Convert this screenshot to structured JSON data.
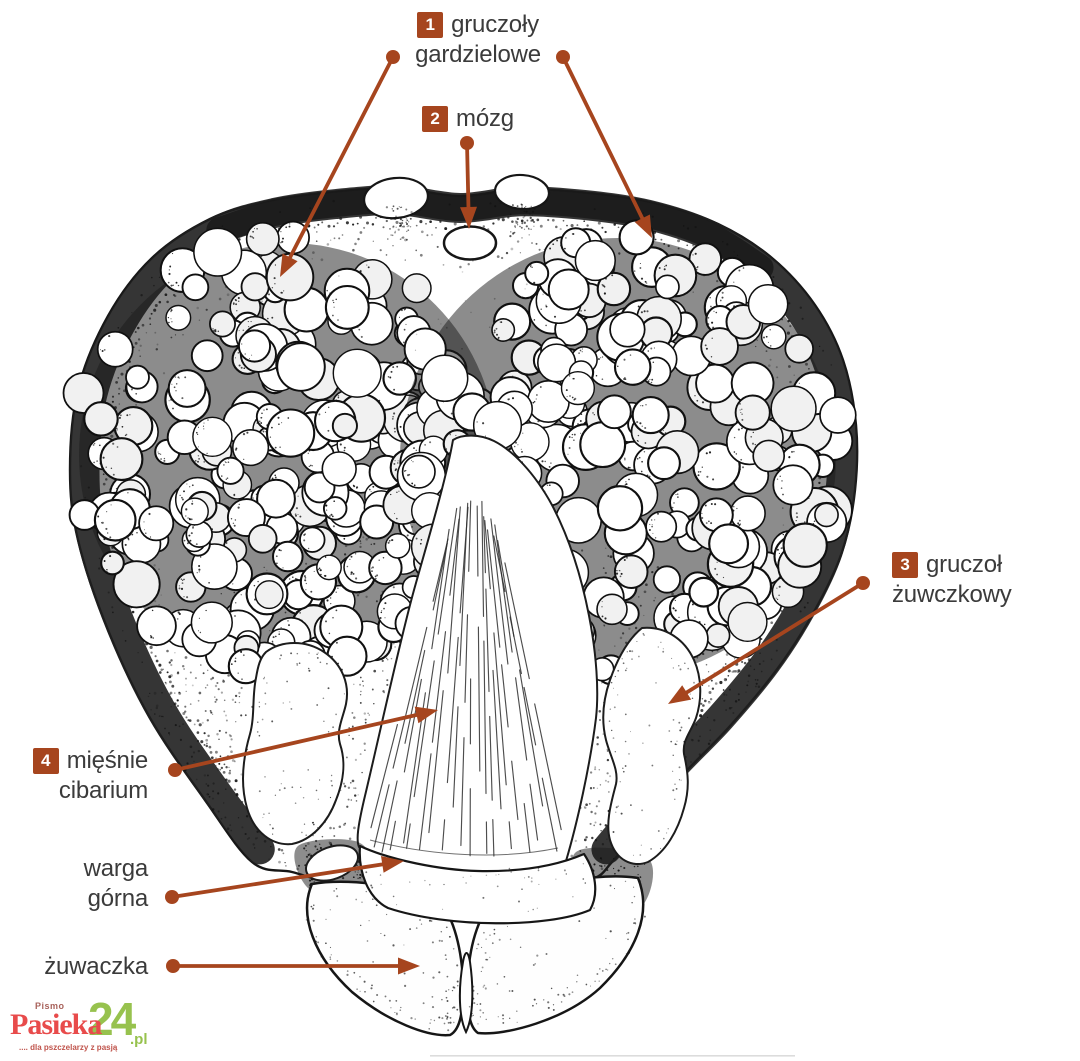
{
  "palette": {
    "accent": "#a6451e",
    "ink": "#161616",
    "text": "#3b3b3b",
    "logo_red": "#e84b4b",
    "logo_green": "#97c24e",
    "logo_dark_red": "#c0544c",
    "logo_muted": "#a8625b"
  },
  "labels": {
    "pharyngeal": {
      "num": "1",
      "line1": "gruczoły",
      "line2": "gardzielowe"
    },
    "brain": {
      "num": "2",
      "text": "mózg"
    },
    "mandibular_gland": {
      "num": "3",
      "line1": "gruczoł",
      "line2": "żuwczkowy"
    },
    "cibarium_muscles": {
      "num": "4",
      "line1": "mięśnie",
      "line2": "cibarium"
    },
    "upper_lip": {
      "line1": "warga",
      "line2": "górna"
    },
    "mandible": {
      "text": "żuwaczka"
    }
  },
  "logo": {
    "pismo": "Pismo",
    "name": "Pasieka",
    "number": "24",
    "tld": ".pl",
    "tagline": ".... dla pszczelarzy z pasją"
  }
}
